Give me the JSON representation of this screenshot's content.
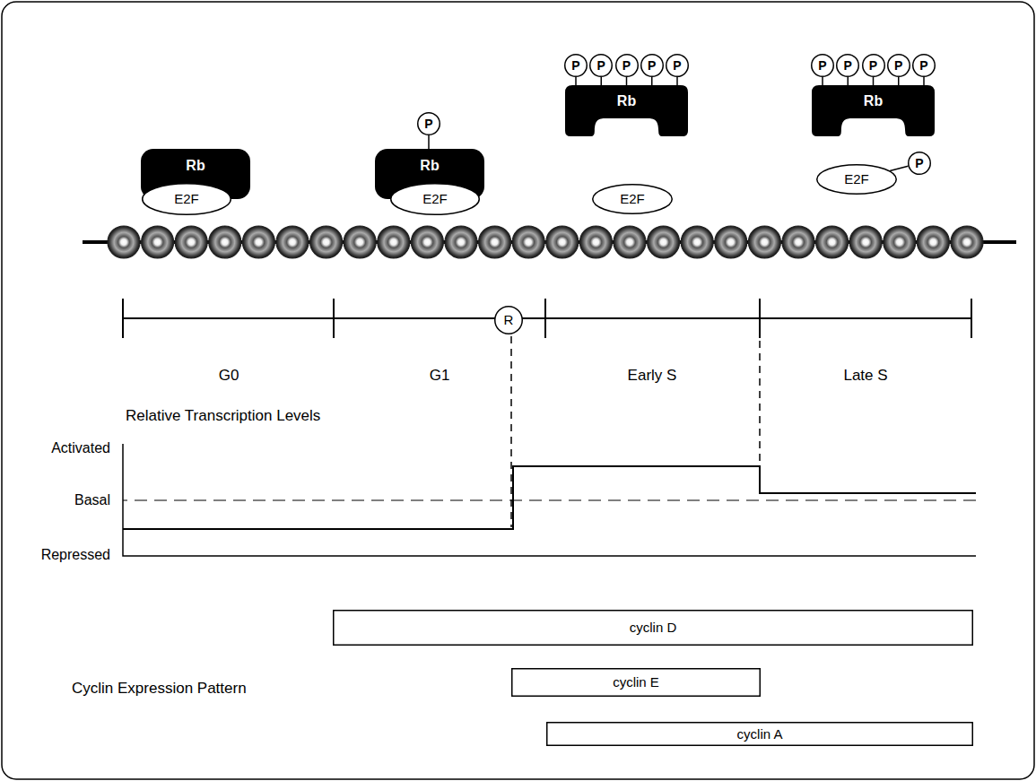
{
  "diagram": {
    "nodes": [
      {
        "text": [
          "Rb"
        ]
      },
      {
        "text": [
          "E2F"
        ],
        "in": 0
      },
      {
        "text": [
          "P"
        ]
      },
      {
        "text": [
          "Rb"
        ]
      },
      {
        "text": [
          "E2F"
        ],
        "in": 3
      },
      {
        "text": [
          "P"
        ]
      },
      {
        "text": [
          "P"
        ]
      },
      {
        "text": [
          "P"
        ]
      },
      {
        "text": [
          "P"
        ]
      },
      {
        "text": [
          "P"
        ]
      },
      {
        "text": [
          "Rb"
        ]
      },
      {
        "text": [
          "E2F"
        ]
      },
      {
        "text": [
          "P"
        ]
      },
      {
        "text": [
          "P"
        ]
      },
      {
        "text": [
          "P"
        ]
      },
      {
        "text": [
          "P"
        ]
      },
      {
        "text": [
          "P"
        ]
      },
      {
        "text": [
          "Rb"
        ]
      },
      {
        "text": [
          "E2F"
        ]
      },
      {
        "text": [
          "P"
        ]
      },
      {
        "text": [
          "R"
        ]
      },
      {
        "text": [
          "cyclin D"
        ]
      },
      {
        "text": [
          "cyclin E"
        ]
      },
      {
        "text": [
          "cyclin A"
        ]
      }
    ],
    "edges": [
      {
        "from": 2,
        "to": 3,
        "arrow": "none"
      },
      {
        "from": 5,
        "to": 10,
        "arrow": "none"
      },
      {
        "from": 6,
        "to": 10,
        "arrow": "none"
      },
      {
        "from": 7,
        "to": 10,
        "arrow": "none"
      },
      {
        "from": 8,
        "to": 10,
        "arrow": "none"
      },
      {
        "from": 9,
        "to": 10,
        "arrow": "none"
      },
      {
        "from": 12,
        "to": 17,
        "arrow": "none"
      },
      {
        "from": 13,
        "to": 17,
        "arrow": "none"
      },
      {
        "from": 14,
        "to": 17,
        "arrow": "none"
      },
      {
        "from": 15,
        "to": 17,
        "arrow": "none"
      },
      {
        "from": 16,
        "to": 17,
        "arrow": "none"
      },
      {
        "from": 19,
        "to": 18,
        "arrow": "none"
      }
    ],
    "labels": [
      "G0",
      "G1",
      "Early S",
      "Late S",
      "Relative Transcription Levels",
      "Activated",
      "Basal",
      "Repressed",
      "Cyclin Expression Pattern"
    ]
  }
}
